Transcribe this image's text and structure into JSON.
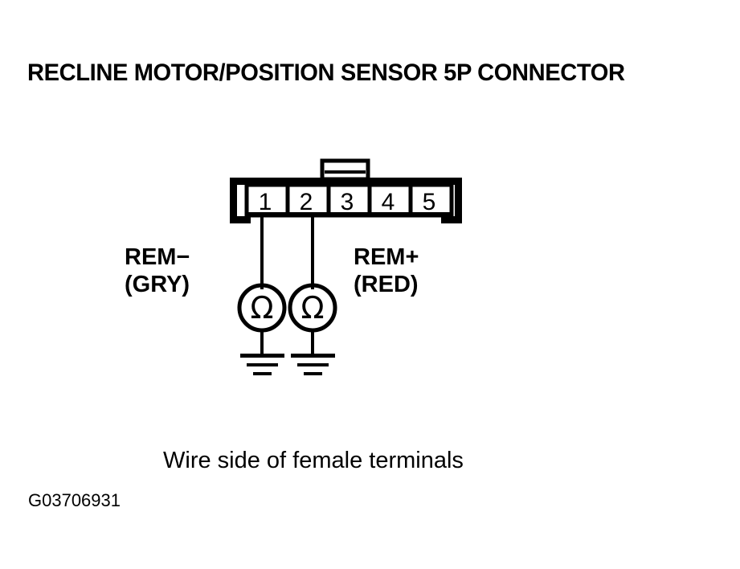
{
  "title": "RECLINE MOTOR/POSITION SENSOR 5P CONNECTOR",
  "caption": "Wire side of female terminals",
  "figure_id": "G03706931",
  "colors": {
    "background": "#ffffff",
    "ink": "#000000"
  },
  "connector": {
    "pin_count": 5,
    "pins": [
      {
        "number": "1"
      },
      {
        "number": "2"
      },
      {
        "number": "3"
      },
      {
        "number": "4"
      },
      {
        "number": "5"
      }
    ]
  },
  "wire_labels": [
    {
      "name": "REM−",
      "color_code": "(GRY)",
      "pin": "1"
    },
    {
      "name": "REM+",
      "color_code": "(RED)",
      "pin": "2"
    }
  ],
  "meters": [
    {
      "symbol": "Ω",
      "connected_pin": "1",
      "grounded": true
    },
    {
      "symbol": "Ω",
      "connected_pin": "2",
      "grounded": true
    }
  ]
}
